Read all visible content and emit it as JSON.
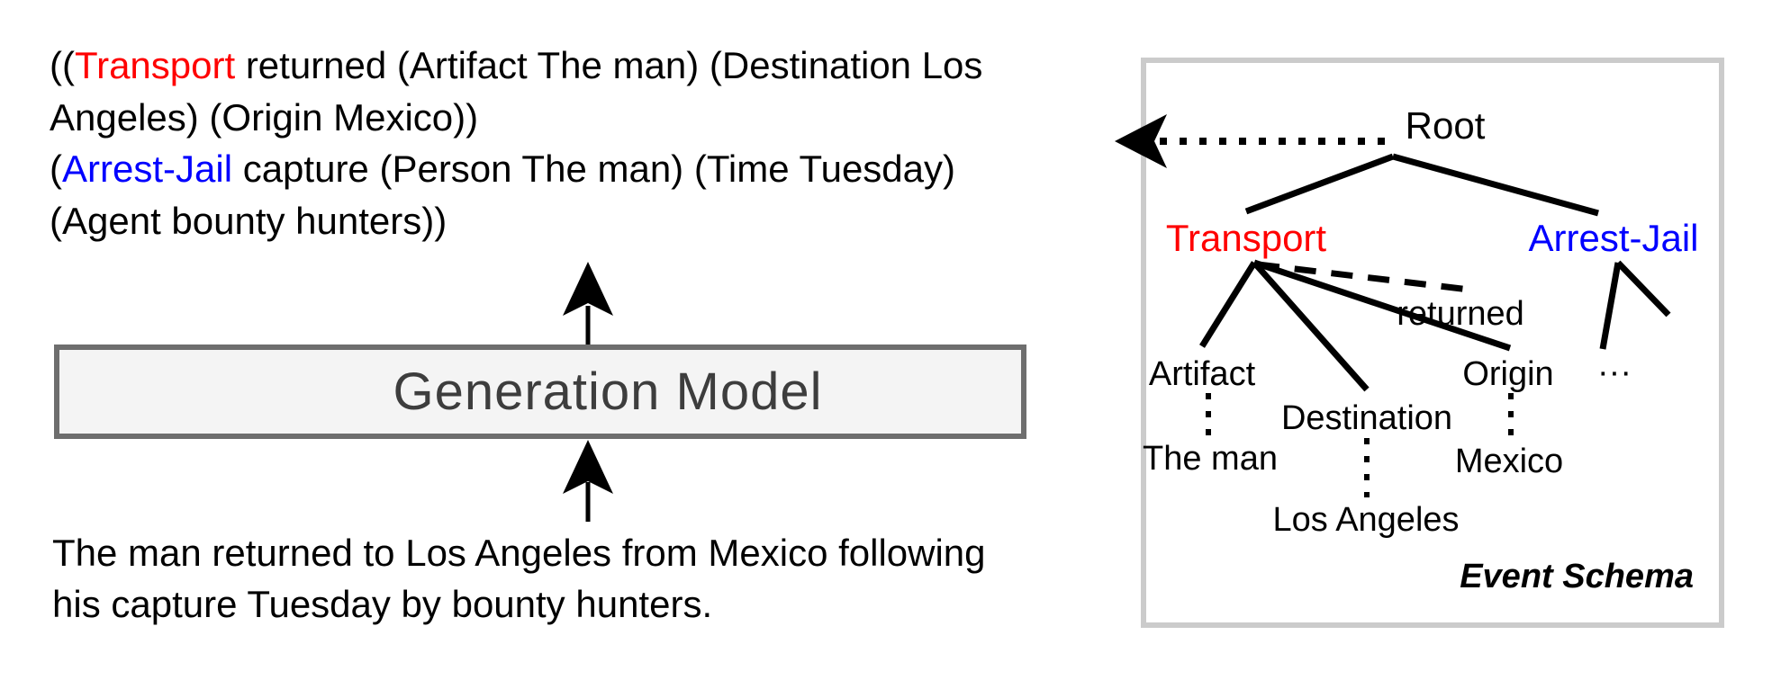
{
  "output_sexpr": {
    "line1_open": "((",
    "line1_event": "Transport",
    "line1_rest": " returned (Artifact The man) (Destination Los",
    "line2": "Angeles) (Origin Mexico))",
    "line3_open": "(",
    "line3_event": "Arrest-Jail",
    "line3_rest": " capture (Person The man) (Time Tuesday)",
    "line4": "(Agent bounty hunters))"
  },
  "model": {
    "label": "Generation Model"
  },
  "input_text": {
    "line1": "The man returned to Los Angeles from Mexico following",
    "line2": "his capture Tuesday by bounty hunters."
  },
  "schema": {
    "caption": "Event Schema",
    "root_label": "Root",
    "event1_label": "Transport",
    "event2_label": "Arrest-Jail",
    "trigger_label": "returned",
    "role_artifact": "Artifact",
    "role_destination": "Destination",
    "role_origin": "Origin",
    "filler_artifact": "The man",
    "filler_destination": "Los Angeles",
    "filler_origin": "Mexico",
    "ellipsis": "···"
  },
  "colors": {
    "event_transport": "#ff0000",
    "event_arrest_jail": "#0000ff",
    "panel_border": "#cbcbcb",
    "model_box_border": "#6e6e6e",
    "model_box_fill": "#f4f4f4",
    "model_text": "#3d3d3d",
    "edge": "#000000"
  }
}
